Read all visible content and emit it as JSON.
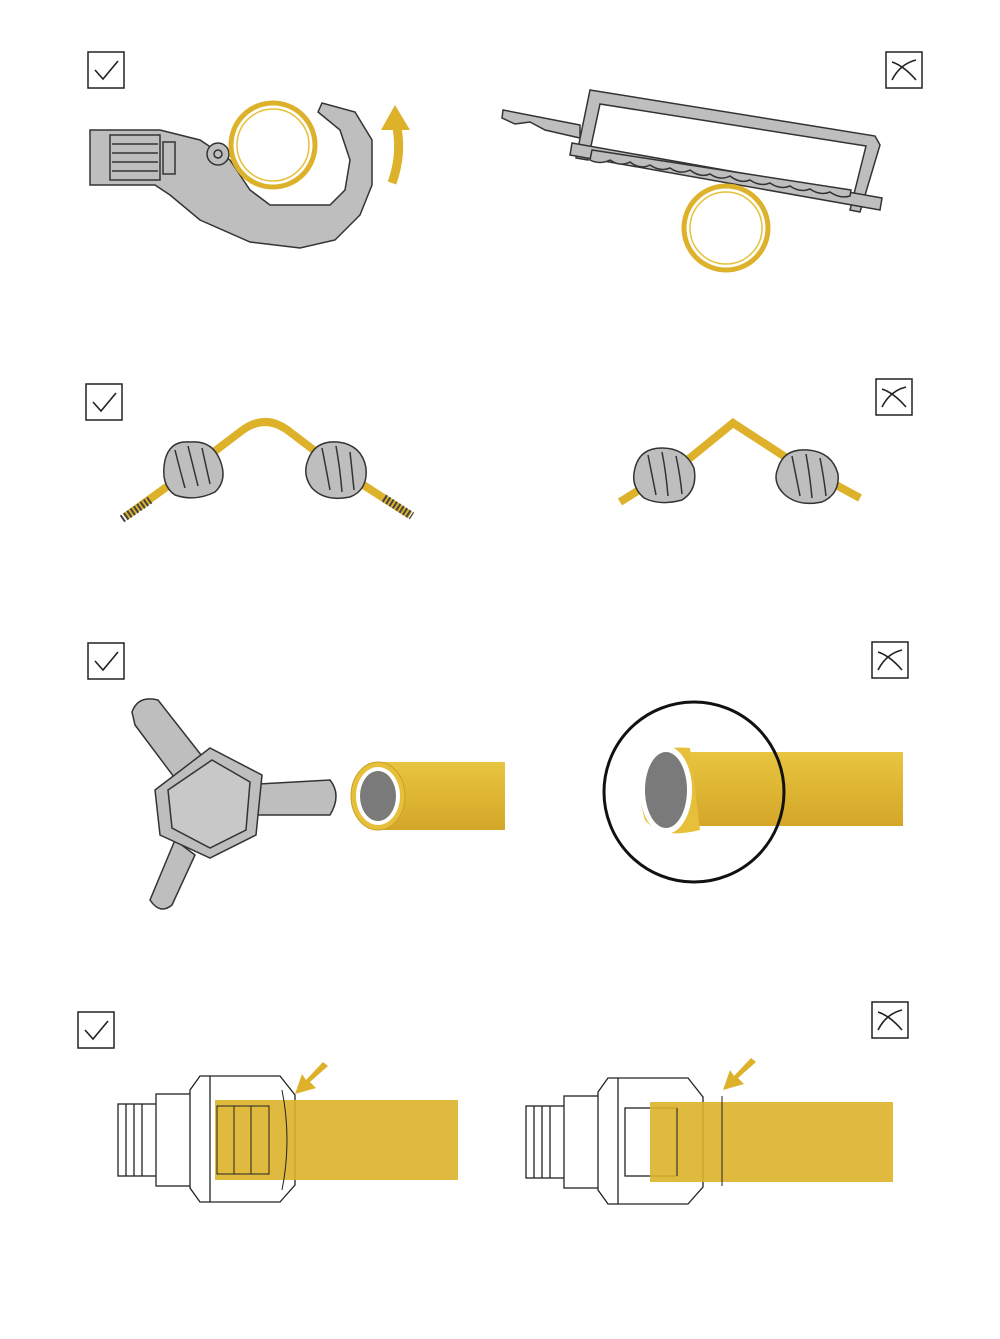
{
  "colors": {
    "pipe_yellow": "#DDB12A",
    "pipe_yellow_light": "#E6C03A",
    "tool_gray": "#BEBEBE",
    "outline": "#2a2a2a",
    "pipe_inner": "#7a7a7a"
  },
  "icons": {
    "correct": "check-icon",
    "incorrect": "cross-icon"
  },
  "panels": [
    {
      "row": 1,
      "correct": "pipe-cutter",
      "incorrect": "hacksaw"
    },
    {
      "row": 2,
      "correct": "bend-with-spring",
      "incorrect": "sharp-bend"
    },
    {
      "row": 3,
      "correct": "calibrate-reamer",
      "incorrect": "oval-pipe-end"
    },
    {
      "row": 4,
      "correct": "pipe-fully-inserted",
      "incorrect": "pipe-not-inserted"
    }
  ]
}
